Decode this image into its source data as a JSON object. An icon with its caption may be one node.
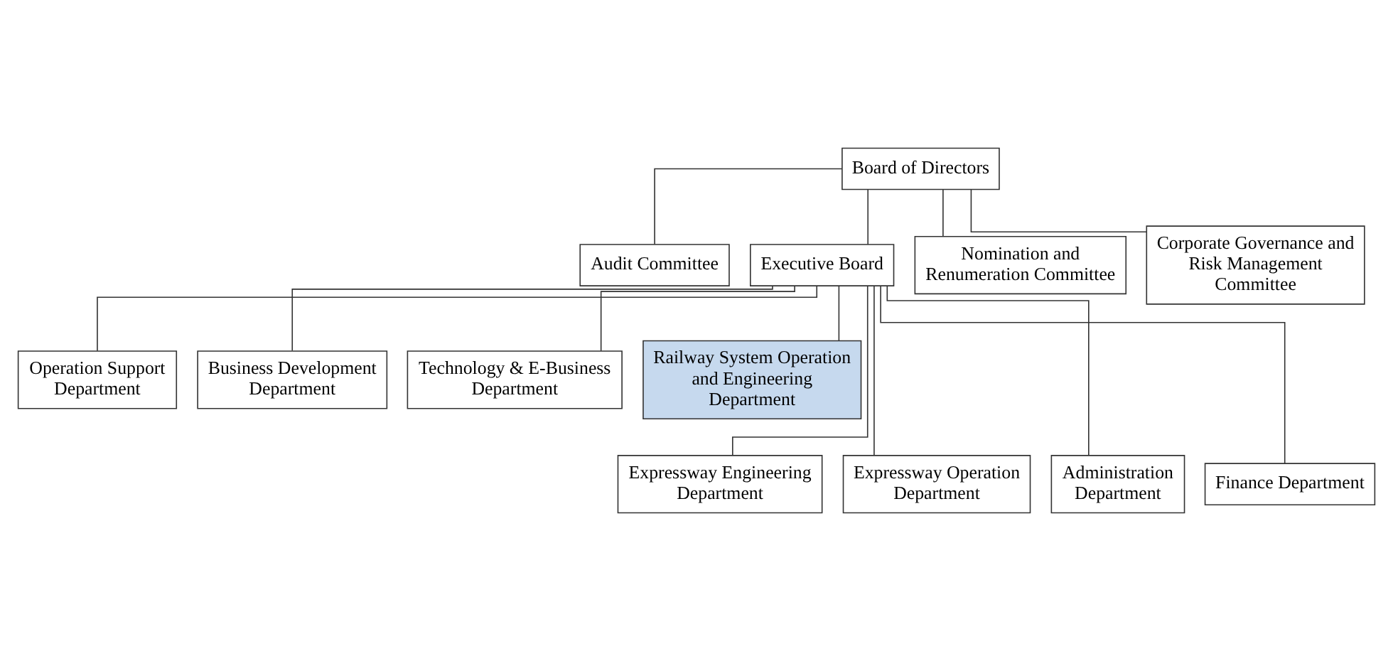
{
  "diagram": {
    "nodes": [
      {
        "text": [
          "Board of Directors"
        ]
      },
      {
        "text": [
          "Audit Committee"
        ]
      },
      {
        "text": [
          "Executive Board"
        ]
      },
      {
        "text": [
          "Nomination and Renumeration Committee"
        ]
      },
      {
        "text": [
          "Corporate Governance and Risk Management Committee"
        ]
      },
      {
        "text": [
          "Operation Support Department"
        ]
      },
      {
        "text": [
          "Business Development Department"
        ]
      },
      {
        "text": [
          "Technology & E-Business Department"
        ]
      },
      {
        "text": [
          "Railway System Operation and Engineering Department"
        ]
      },
      {
        "text": [
          "Expressway Engineering Department"
        ]
      },
      {
        "text": [
          "Expressway Operation Department"
        ]
      },
      {
        "text": [
          "Administration Department"
        ]
      },
      {
        "text": [
          "Finance Department"
        ]
      }
    ],
    "edges": [
      {
        "from": 0,
        "to": 1,
        "arrow": "none"
      },
      {
        "from": 0,
        "to": 2,
        "arrow": "none"
      },
      {
        "from": 0,
        "to": 3,
        "arrow": "none"
      },
      {
        "from": 0,
        "to": 4,
        "arrow": "none"
      },
      {
        "from": 2,
        "to": 5,
        "arrow": "none"
      },
      {
        "from": 2,
        "to": 6,
        "arrow": "none"
      },
      {
        "from": 2,
        "to": 7,
        "arrow": "none"
      },
      {
        "from": 2,
        "to": 8,
        "arrow": "none"
      },
      {
        "from": 2,
        "to": 9,
        "arrow": "none"
      },
      {
        "from": 2,
        "to": 10,
        "arrow": "none"
      },
      {
        "from": 2,
        "to": 11,
        "arrow": "none"
      },
      {
        "from": 2,
        "to": 12,
        "arrow": "none"
      }
    ]
  }
}
